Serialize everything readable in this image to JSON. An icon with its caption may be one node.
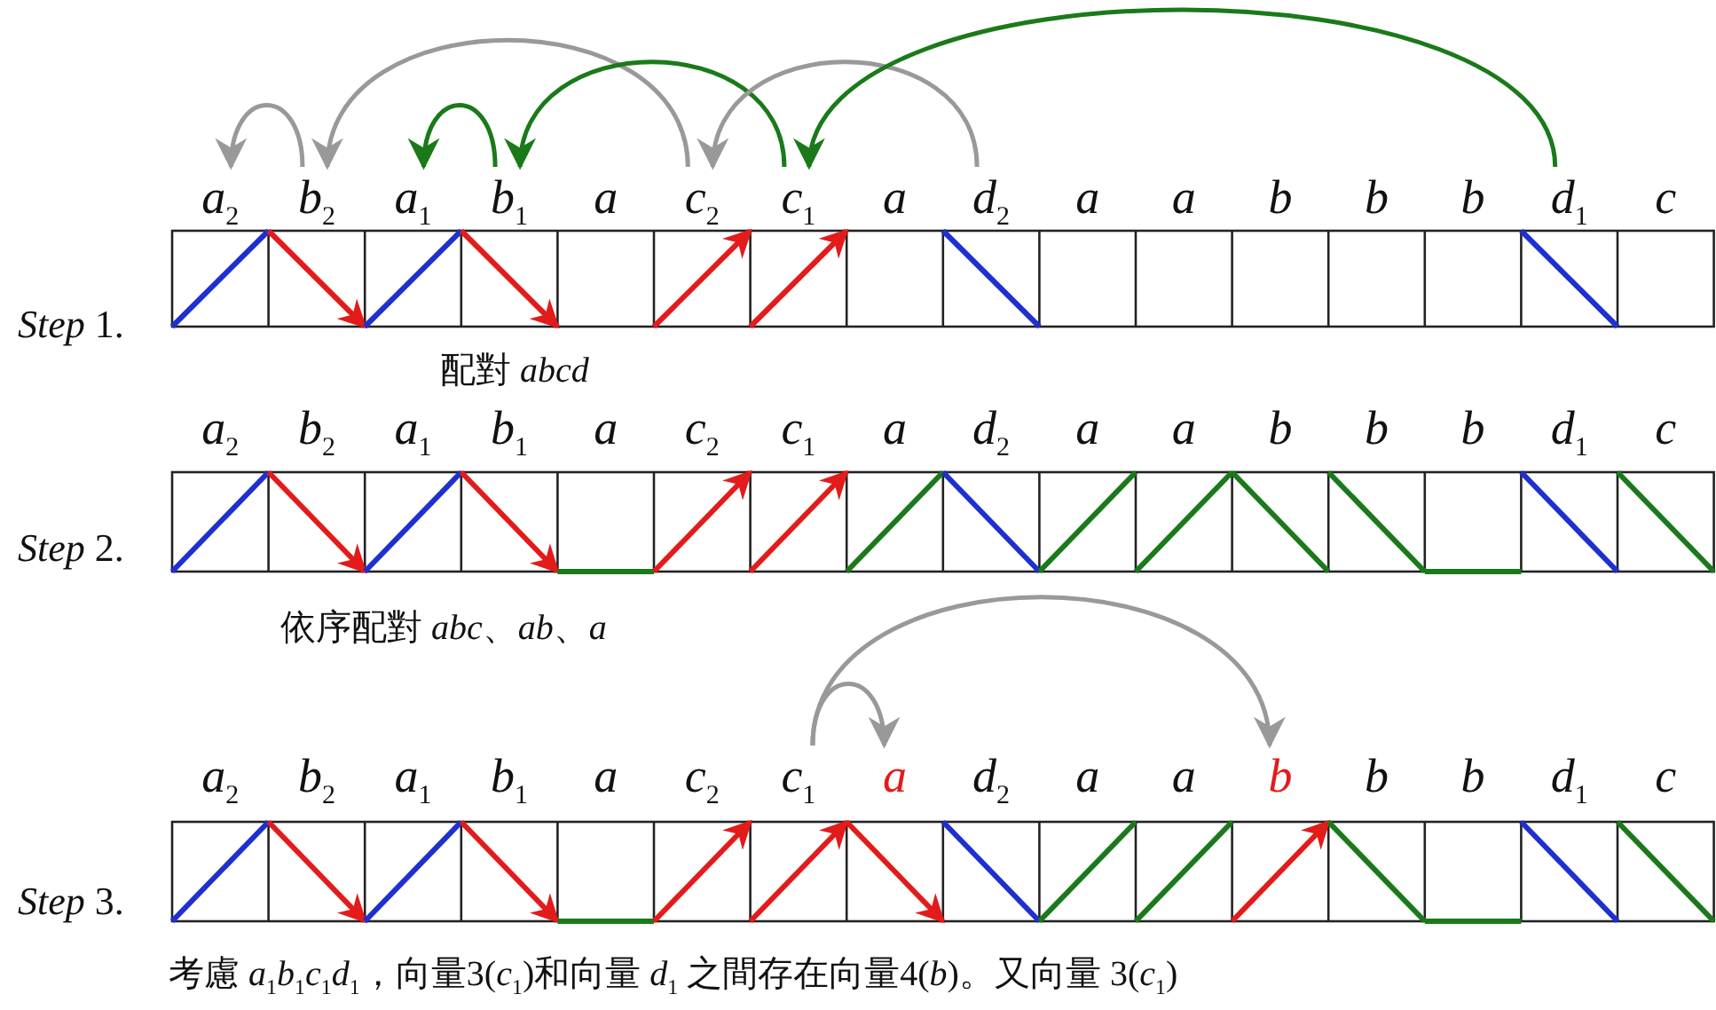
{
  "diagram": {
    "nodes": [
      {
        "text": [
          "a$_{2}$"
        ]
      },
      {
        "text": [
          "b$_{2}$"
        ]
      },
      {
        "text": [
          "a$_{1}$"
        ]
      },
      {
        "text": [
          "b$_{1}$"
        ]
      },
      {
        "text": [
          "a"
        ]
      },
      {
        "text": [
          "c$_{2}$"
        ]
      },
      {
        "text": [
          "c$_{1}$"
        ]
      },
      {
        "text": [
          "a"
        ]
      },
      {
        "text": [
          "d$_{2}$"
        ]
      },
      {
        "text": [
          "a"
        ]
      },
      {
        "text": [
          "a"
        ]
      },
      {
        "text": [
          "b"
        ]
      },
      {
        "text": [
          "b"
        ]
      },
      {
        "text": [
          "b"
        ]
      },
      {
        "text": [
          "d$_{1}$"
        ]
      },
      {
        "text": [
          "c"
        ]
      },
      {
        "text": [
          "a$_{2}$"
        ]
      },
      {
        "text": [
          "b$_{2}$"
        ]
      },
      {
        "text": [
          "a$_{1}$"
        ]
      },
      {
        "text": [
          "b$_{1}$"
        ]
      },
      {
        "text": [
          "a"
        ]
      },
      {
        "text": [
          "c$_{2}$"
        ]
      },
      {
        "text": [
          "c$_{1}$"
        ]
      },
      {
        "text": [
          "a"
        ]
      },
      {
        "text": [
          "d$_{2}$"
        ]
      },
      {
        "text": [
          "a"
        ]
      },
      {
        "text": [
          "a"
        ]
      },
      {
        "text": [
          "b"
        ]
      },
      {
        "text": [
          "b"
        ]
      },
      {
        "text": [
          "b"
        ]
      },
      {
        "text": [
          "d$_{1}$"
        ]
      },
      {
        "text": [
          "c"
        ]
      },
      {
        "text": [
          "a$_{2}$"
        ]
      },
      {
        "text": [
          "b$_{2}$"
        ]
      },
      {
        "text": [
          "a$_{1}$"
        ]
      },
      {
        "text": [
          "b$_{1}$"
        ]
      },
      {
        "text": [
          "a"
        ]
      },
      {
        "text": [
          "c$_{2}$"
        ]
      },
      {
        "text": [
          "c$_{1}$"
        ]
      },
      {
        "text": [
          "a"
        ]
      },
      {
        "text": [
          "d$_{2}$"
        ]
      },
      {
        "text": [
          "a"
        ]
      },
      {
        "text": [
          "a"
        ]
      },
      {
        "text": [
          "b"
        ]
      },
      {
        "text": [
          "b"
        ]
      },
      {
        "text": [
          "b"
        ]
      },
      {
        "text": [
          "d$_{1}$"
        ]
      },
      {
        "text": [
          "c"
        ]
      }
    ],
    "edges": [
      {
        "from": 1,
        "to": 0,
        "arrow": "to",
        "color": "#999999"
      },
      {
        "from": 5,
        "to": 1,
        "arrow": "to",
        "color": "#999999"
      },
      {
        "from": 3,
        "to": 2,
        "arrow": "to",
        "color": "#1a7a1a"
      },
      {
        "from": 6,
        "to": 3,
        "arrow": "to",
        "color": "#1a7a1a"
      },
      {
        "from": 8,
        "to": 5,
        "arrow": "to",
        "color": "#999999"
      },
      {
        "from": 14,
        "to": 6,
        "arrow": "to",
        "color": "#1a7a1a"
      },
      {
        "from": 38,
        "to": 39,
        "arrow": "to",
        "color": "#999999"
      },
      {
        "from": 38,
        "to": 43,
        "arrow": "to",
        "color": "#999999"
      }
    ],
    "labels": [
      "*Step* 1.",
      "配對 *abcd*",
      "*Step* 2.",
      "依序配對 *abc*、*ab*、*a*",
      "*Step* 3.",
      "考慮 *a*$_{1}$*b*$_{1}$*c*$_{1}$*d*$_{1}$，向量3(*c*$_{1}$)和向量 *d*$_{1}$ 之間存在向量4(*b*)。又向量 3(*c*$_{1}$)"
    ]
  }
}
